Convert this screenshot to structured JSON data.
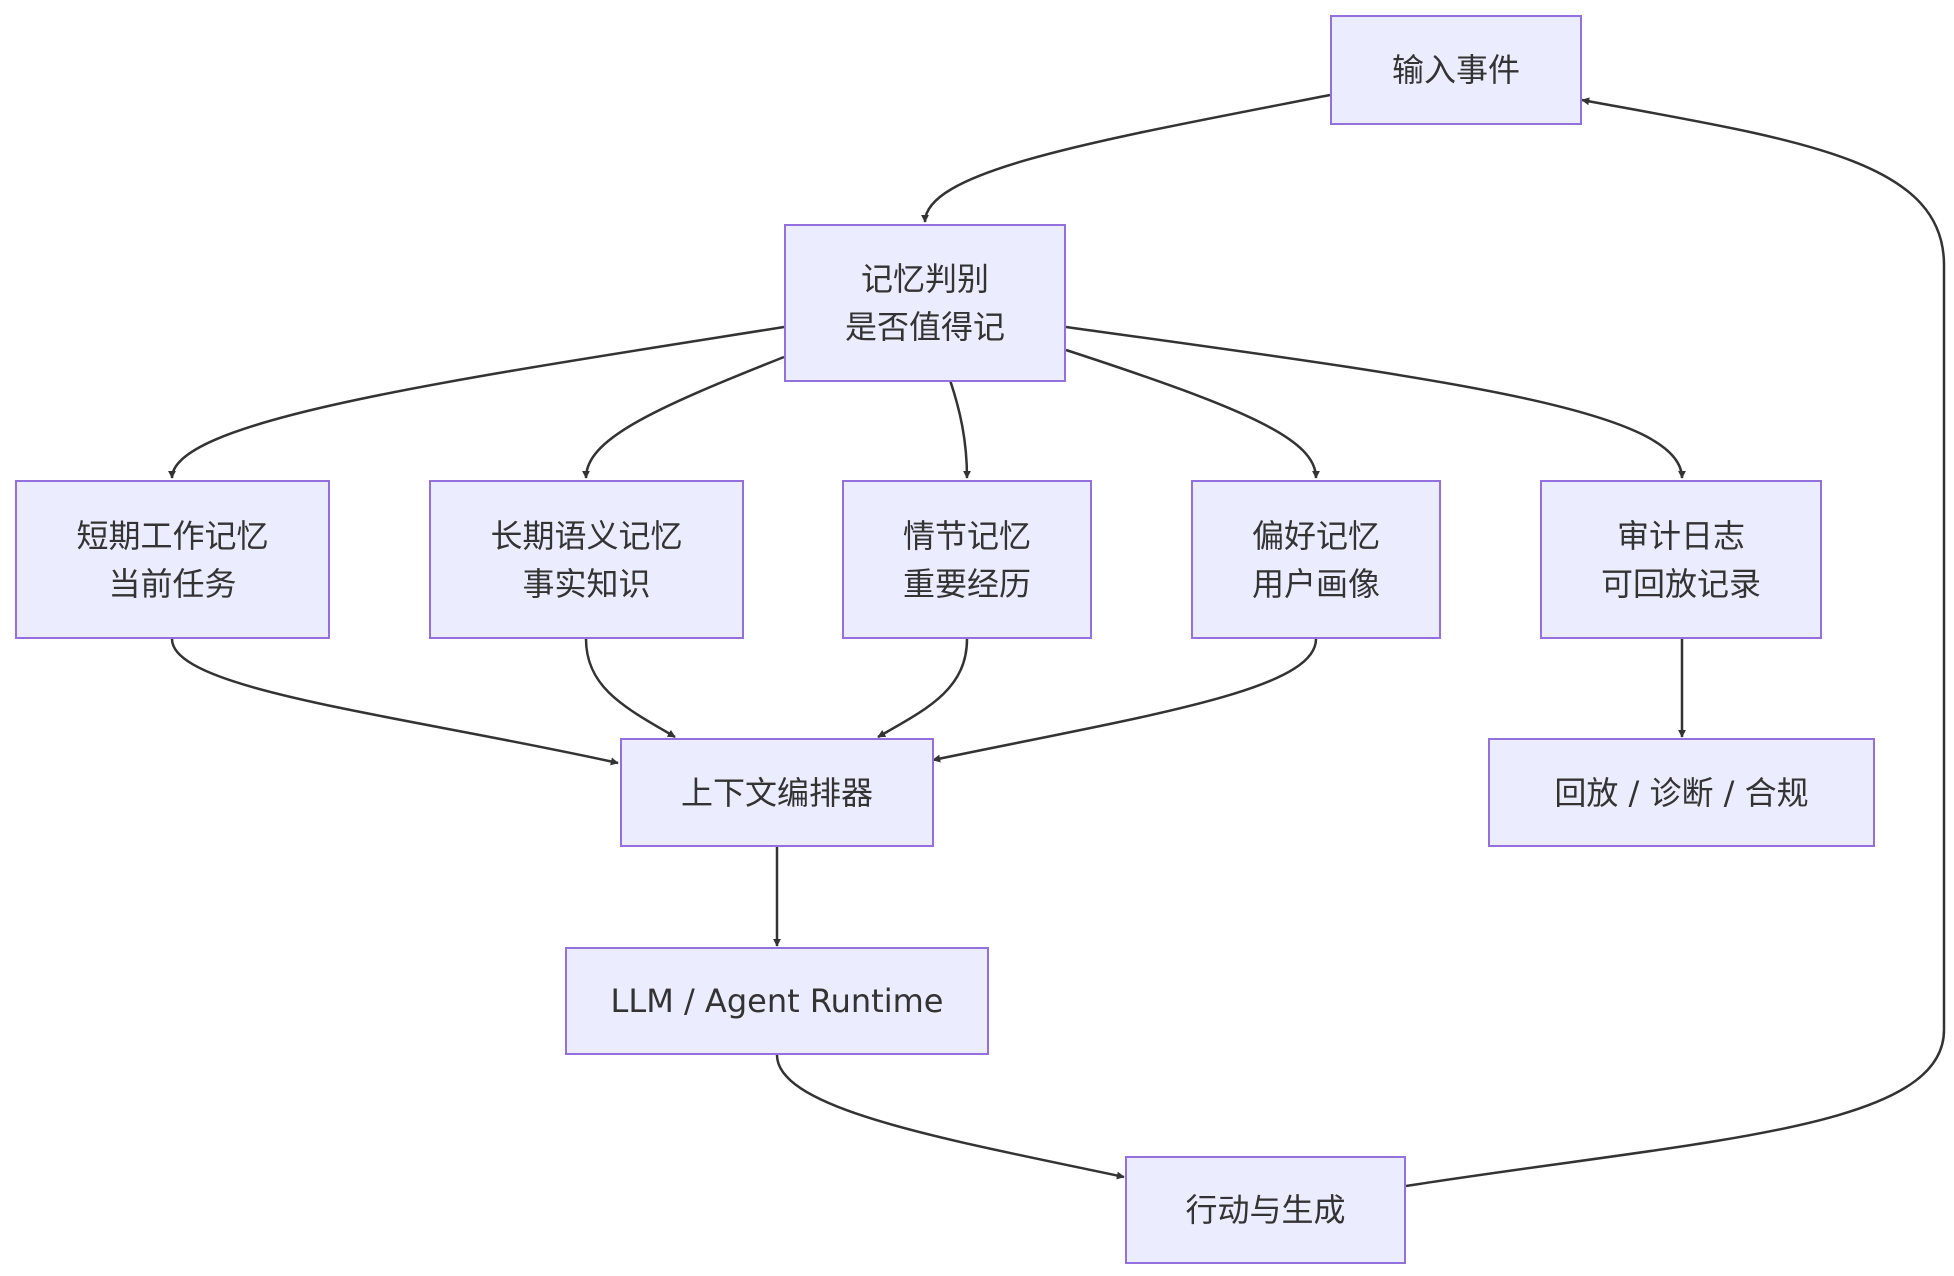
{
  "diagram": {
    "nodes": {
      "input": {
        "lines": [
          "输入事件"
        ]
      },
      "judge": {
        "lines": [
          "记忆判别",
          "是否值得记"
        ]
      },
      "short_term": {
        "lines": [
          "短期工作记忆",
          "当前任务"
        ]
      },
      "long_term": {
        "lines": [
          "长期语义记忆",
          "事实知识"
        ]
      },
      "episodic": {
        "lines": [
          "情节记忆",
          "重要经历"
        ]
      },
      "preference": {
        "lines": [
          "偏好记忆",
          "用户画像"
        ]
      },
      "audit": {
        "lines": [
          "审计日志",
          "可回放记录"
        ]
      },
      "orchestrator": {
        "lines": [
          "上下文编排器"
        ]
      },
      "replay": {
        "lines": [
          "回放 / 诊断 / 合规"
        ]
      },
      "llm": {
        "lines": [
          "LLM / Agent Runtime"
        ]
      },
      "action": {
        "lines": [
          "行动与生成"
        ]
      }
    },
    "edges": [
      {
        "from": "input",
        "to": "judge"
      },
      {
        "from": "judge",
        "to": "short_term"
      },
      {
        "from": "judge",
        "to": "long_term"
      },
      {
        "from": "judge",
        "to": "episodic"
      },
      {
        "from": "judge",
        "to": "preference"
      },
      {
        "from": "judge",
        "to": "audit"
      },
      {
        "from": "short_term",
        "to": "orchestrator"
      },
      {
        "from": "long_term",
        "to": "orchestrator"
      },
      {
        "from": "episodic",
        "to": "orchestrator"
      },
      {
        "from": "preference",
        "to": "orchestrator"
      },
      {
        "from": "audit",
        "to": "replay"
      },
      {
        "from": "orchestrator",
        "to": "llm"
      },
      {
        "from": "llm",
        "to": "action"
      },
      {
        "from": "action",
        "to": "input"
      }
    ],
    "colors": {
      "node_fill": "#ECECFF",
      "node_border": "#9370DB",
      "text": "#333333",
      "edge": "#333333"
    }
  }
}
